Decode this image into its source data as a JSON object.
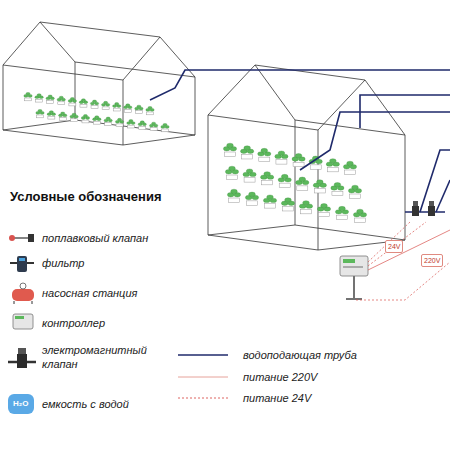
{
  "diagram": {
    "title": "Условные обозначения",
    "labels": [
      "24V",
      "220V",
      "H₂O"
    ],
    "legend": [
      {
        "text": "поплавковый клапан"
      },
      {
        "text": "фильтр"
      },
      {
        "text": "насосная станция"
      },
      {
        "text": "контроллер"
      },
      {
        "text": "электромагнитный клапан"
      },
      {
        "text": "емкость с водой"
      },
      {
        "text": "водоподающая труба"
      },
      {
        "text": "питание 220V"
      },
      {
        "text": "питание 24V"
      }
    ]
  }
}
